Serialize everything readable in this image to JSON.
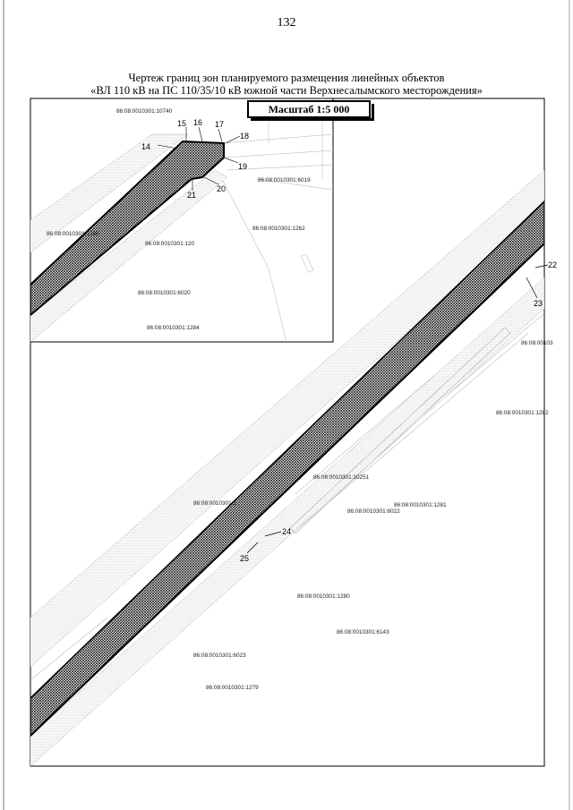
{
  "page_number": "132",
  "title": {
    "line1": "Чертеж границ зон планируемого размещения линейных объектов",
    "line2": "«ВЛ 110 кВ на ПС 110/35/10 кВ южной части Верхнесалымского месторождения»"
  },
  "scale_label": "Масштаб 1:5 000",
  "inset": {
    "parcels": [
      "86:08:0010301:10740",
      "86:08:0010301:6019",
      "86:08:0010301:1262",
      "86:08:0010301:1265",
      "86:08:0010301:120",
      "86:08:0010301:6020",
      "86:08:0010301:1284"
    ],
    "points": [
      "14",
      "15",
      "16",
      "17",
      "18",
      "19",
      "20",
      "21"
    ]
  },
  "main_map": {
    "parcels": [
      "86:08:00103",
      "86:08:0010301:1282",
      "86:08:0010301:10251",
      "86:08:0010301:1",
      "86:08:0010301:1281",
      "86:08:0010301:6022",
      "86:08:0010301:1280",
      "86:08:0010301:6143",
      "86:08:0010301:6023",
      "86:08:0010301:1279"
    ],
    "points": [
      "22",
      "23",
      "24",
      "25"
    ]
  },
  "colors": {
    "ink": "#000000",
    "hatch": "#1a1a1a",
    "corridor_dots": "#9a9a9a",
    "parcel_line": "#b5b5b5"
  }
}
